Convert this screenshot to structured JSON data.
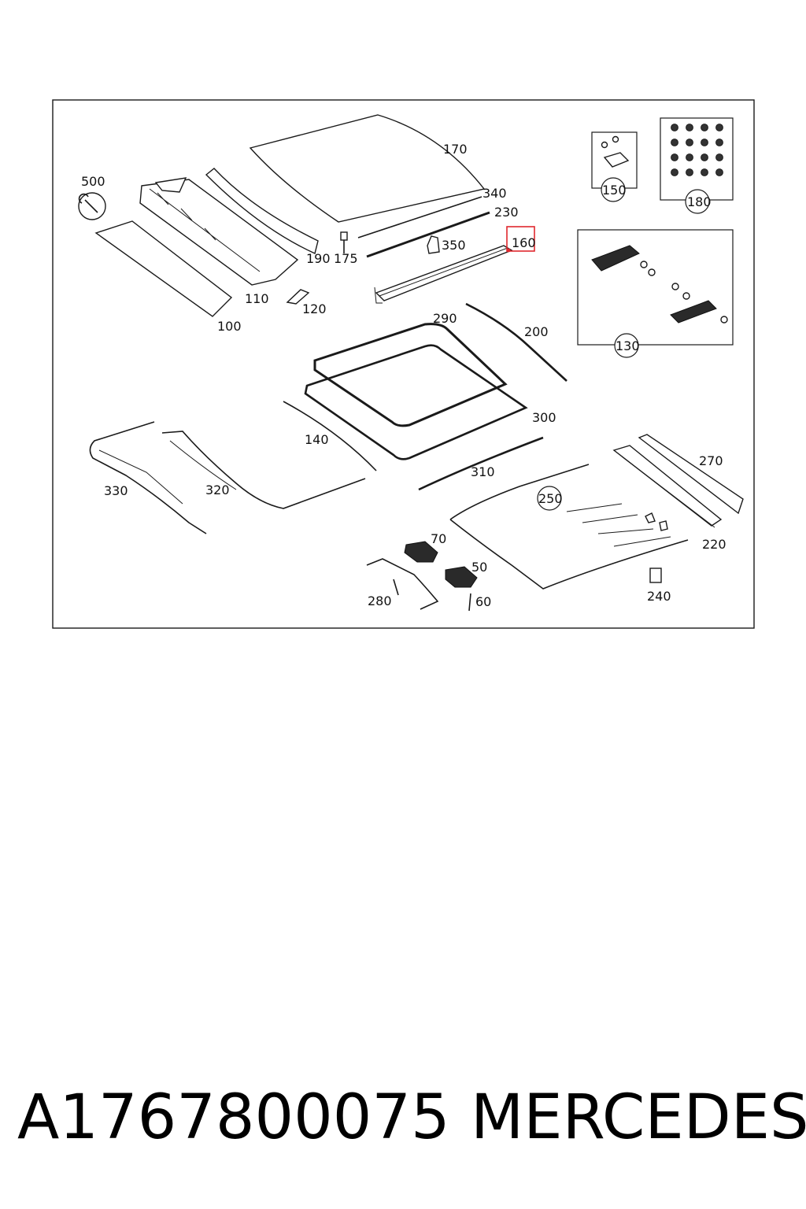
{
  "diagram": {
    "callouts": {
      "c500": "500",
      "c170": "170",
      "c340": "340",
      "c230": "230",
      "c350": "350",
      "c160": "160",
      "c190": "190",
      "c175": "175",
      "c110": "110",
      "c120": "120",
      "c100": "100",
      "c290": "290",
      "c200": "200",
      "c300": "300",
      "c140": "140",
      "c310": "310",
      "c330": "330",
      "c320": "320",
      "c250": "250",
      "c270": "270",
      "c220": "220",
      "c70": "70",
      "c50": "50",
      "c280": "280",
      "c60": "60",
      "c240": "240",
      "c150": "150",
      "c180": "180",
      "c130": "130"
    },
    "highlight_color": "#e0282e"
  },
  "caption": {
    "part_number": "A1767800075",
    "brand": "MERCEDES"
  }
}
